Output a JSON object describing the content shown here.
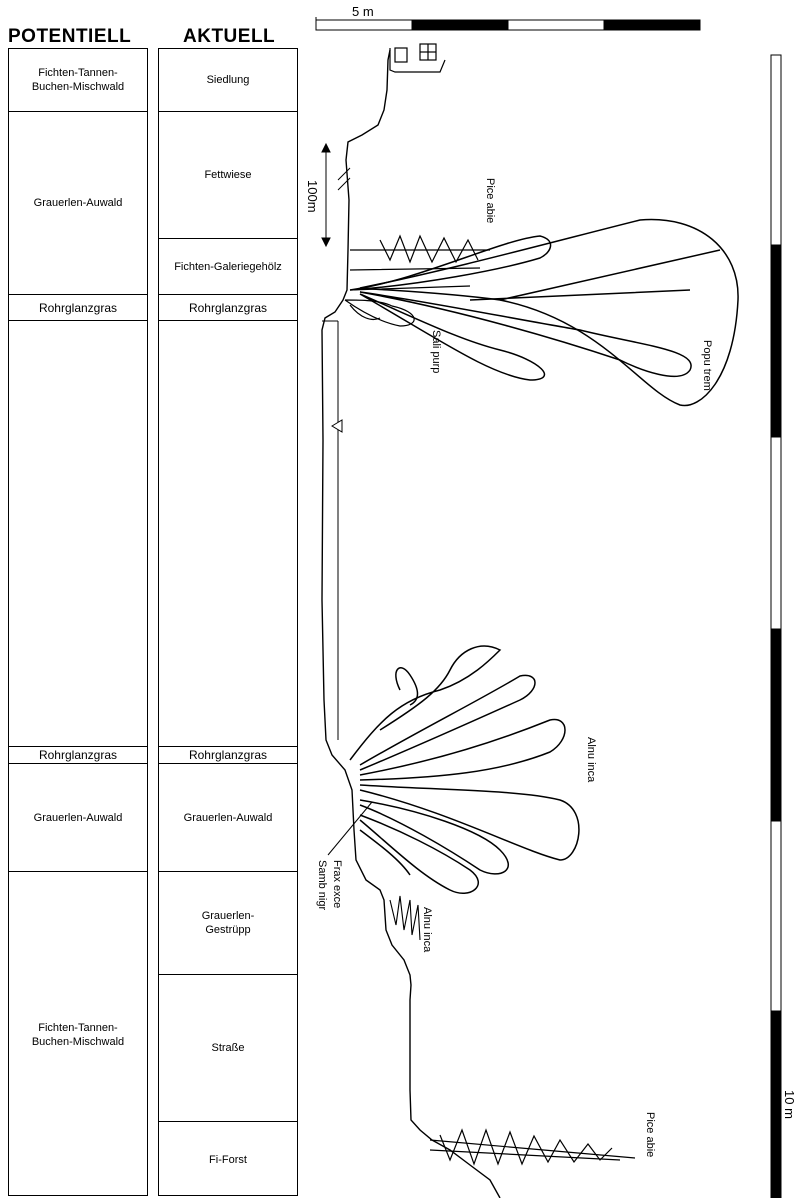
{
  "headers": {
    "potentiell": "POTENTIELL",
    "aktuell": "AKTUELL"
  },
  "potentiell": [
    "Fichten-Tannen-\nBuchen-Mischwald",
    "Grauerlen-Auwald",
    "Rohrglanzgras",
    "",
    "Rohrglanzgras",
    "Grauerlen-Auwald",
    "Fichten-Tannen-\nBuchen-Mischwald"
  ],
  "aktuell": [
    "Siedlung",
    "Fettwiese",
    "Fichten-Galeriegehölz",
    "Rohrglanzgras",
    "",
    "Rohrglanzgras",
    "Grauerlen-Auwald",
    "Grauerlen-\nGestrüpp",
    "Straße",
    "Fi-Forst"
  ],
  "scales": {
    "horizontal": "5 m",
    "vertical": "10 m",
    "distance": "100m"
  },
  "species": {
    "pice_top": "Pice abie",
    "popu": "Popu trem",
    "sali": "Sali purp",
    "alnu_upper": "Alnu inca",
    "frax": "Frax exce",
    "samb": "Samb nigr",
    "alnu_lower": "Alnu inca",
    "pice_bottom": "Pice abie"
  }
}
